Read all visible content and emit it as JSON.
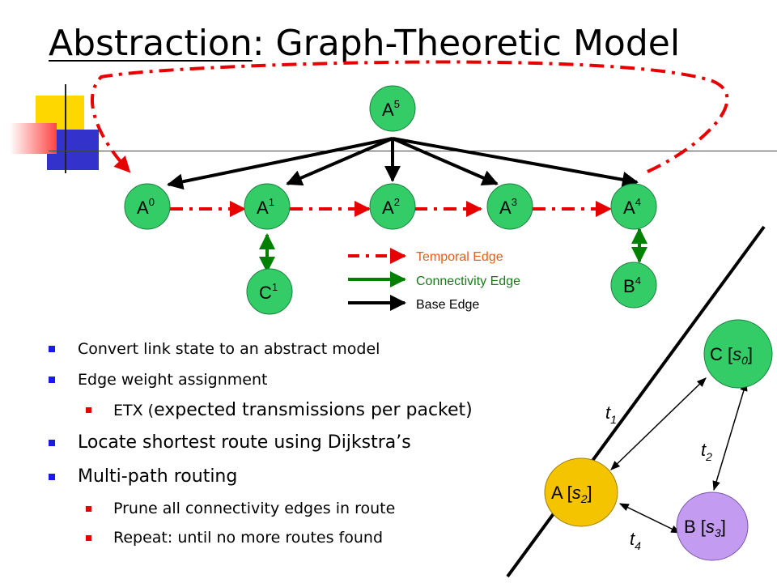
{
  "title": {
    "underlined": "Abstraction",
    "rest": ": Graph-Theoretic Model"
  },
  "nodes": {
    "A5": {
      "base": "A",
      "sup": "5"
    },
    "A0": {
      "base": "A",
      "sup": "0"
    },
    "A1": {
      "base": "A",
      "sup": "1"
    },
    "A2": {
      "base": "A",
      "sup": "2"
    },
    "A3": {
      "base": "A",
      "sup": "3"
    },
    "A4": {
      "base": "A",
      "sup": "4"
    },
    "C1": {
      "base": "C",
      "sup": "1"
    },
    "B4": {
      "base": "B",
      "sup": "4"
    }
  },
  "legend": {
    "temporal": "Temporal Edge",
    "connectivity": "Connectivity Edge",
    "base": "Base Edge"
  },
  "colors": {
    "temporal": "#e60000",
    "connectivity": "#008000",
    "base": "#000000",
    "node_green": "#33cc66",
    "node_gold": "#f5c400",
    "node_purple": "#c39bf0",
    "bullet_l1": "#1a1ae6",
    "bullet_l2": "#e60000"
  },
  "bullets": [
    {
      "level": 1,
      "text": "Convert link state to an abstract model"
    },
    {
      "level": 1,
      "text": "Edge weight assignment"
    },
    {
      "level": 2,
      "prefix": "ETX (",
      "text": "expected transmissions per packet)"
    },
    {
      "level": 1,
      "text": "Locate shortest route using Dijkstra’s"
    },
    {
      "level": 1,
      "text": "Multi-path routing"
    },
    {
      "level": 2,
      "text": "Prune all connectivity edges in route"
    },
    {
      "level": 2,
      "text": "Repeat: until no more routes found"
    }
  ],
  "example_graph": {
    "nodes": [
      {
        "id": "C",
        "label": "C",
        "state": "s",
        "state_sub": "0"
      },
      {
        "id": "A",
        "label": "A",
        "state": "s",
        "state_sub": "2"
      },
      {
        "id": "B",
        "label": "B",
        "state": "s",
        "state_sub": "3"
      }
    ],
    "edges": [
      {
        "label": "t",
        "sub": "1"
      },
      {
        "label": "t",
        "sub": "2"
      },
      {
        "label": "t",
        "sub": "4"
      }
    ]
  }
}
